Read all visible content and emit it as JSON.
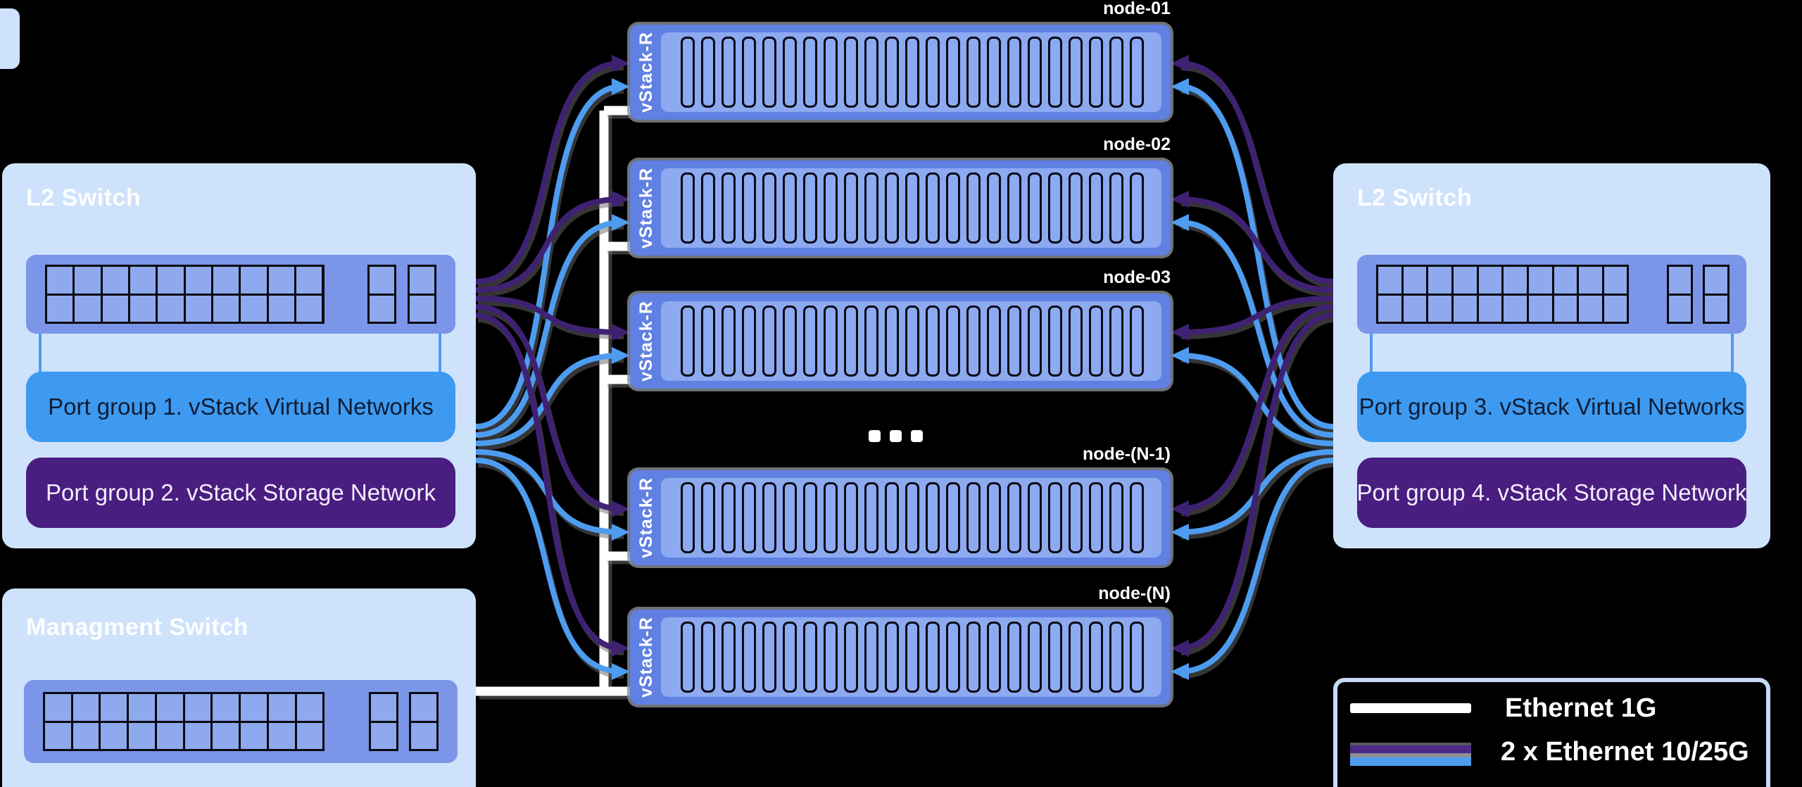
{
  "colors": {
    "background": "#000000",
    "panel_bg": "#cfe2fb",
    "switch_body": "#7b96e8",
    "port_cell": "#8fa9ee",
    "port_group_virtual": "#3d9af0",
    "port_group_storage": "#4a1d80",
    "node_body": "#6080e2",
    "node_panel": "#8da9f0",
    "wire_white": "#ffffff",
    "wire_purple": "#3f2173",
    "wire_blue": "#4d9cf0"
  },
  "left_switch": {
    "title": "L2 Switch",
    "port_groups": [
      {
        "label": "Port group 1. vStack Virtual Networks",
        "style": "virtual"
      },
      {
        "label": "Port group 2. vStack Storage Network",
        "style": "storage"
      }
    ]
  },
  "right_switch": {
    "title": "L2 Switch",
    "port_groups": [
      {
        "label": "Port group 3. vStack Virtual Networks",
        "style": "virtual"
      },
      {
        "label": "Port group 4. vStack Storage Network",
        "style": "storage"
      }
    ]
  },
  "management_switch": {
    "title": "Managment Switch"
  },
  "port_grid": {
    "main_cols": 10,
    "main_rows": 2,
    "uplink_blocks": 2,
    "uplink_rows": 2
  },
  "nodes": [
    {
      "label": "node-01",
      "brand": "vStack-R"
    },
    {
      "label": "node-02",
      "brand": "vStack-R"
    },
    {
      "label": "node-03",
      "brand": "vStack-R"
    },
    {
      "label": "node-(N-1)",
      "brand": "vStack-R"
    },
    {
      "label": "node-(N)",
      "brand": "vStack-R"
    }
  ],
  "node_slot_count": 23,
  "ellipsis": "...",
  "legend": {
    "items": [
      {
        "label": "Ethernet 1G",
        "swatch": "white-line"
      },
      {
        "label": "2 x Ethernet 10/25G",
        "swatch": "purple-blue-lines"
      }
    ]
  }
}
